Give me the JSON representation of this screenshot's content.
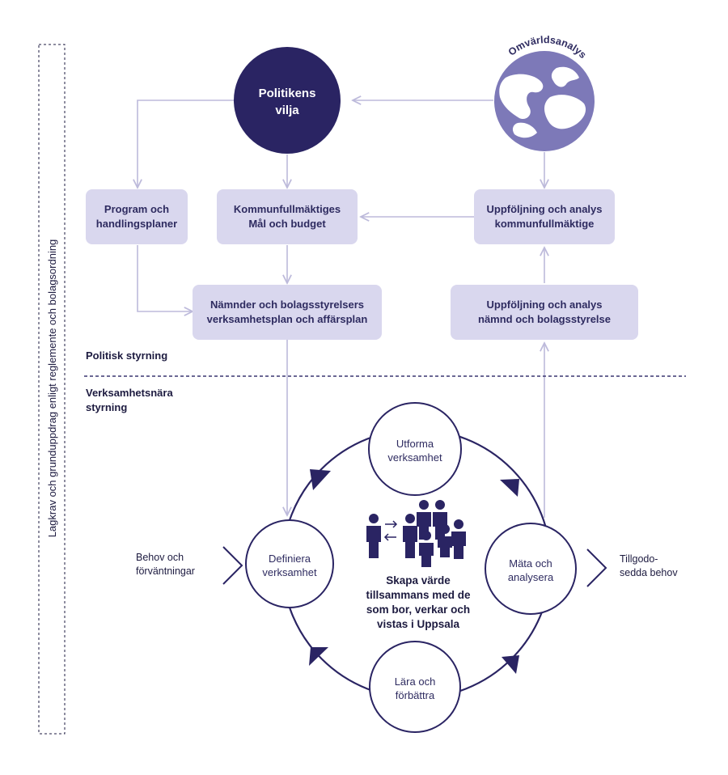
{
  "colors": {
    "dark_navy": "#2a2463",
    "box_fill": "#d9d7ee",
    "globe_fill": "#7d79b8",
    "line": "#bdbadb",
    "dashed": "#3a3670"
  },
  "sidebar": {
    "label": "Lagkrav och grunduppdrag enligt reglemente och bolagsordning"
  },
  "top": {
    "politikens_vilja": [
      "Politikens",
      "vilja"
    ],
    "omvarldsanalys": "Omvärldsanalys"
  },
  "boxes": {
    "program": [
      "Program och",
      "handlingsplaner"
    ],
    "kommunfullmaktiges": [
      "Kommunfullmäktiges",
      "Mål och budget"
    ],
    "uppfoljning_kf": [
      "Uppföljning och analys",
      "kommunfullmäktige"
    ],
    "namnder": [
      "Nämnder och bolagsstyrelsers",
      "verksamhetsplan och affärsplan"
    ],
    "uppfoljning_namnd": [
      "Uppföljning och analys",
      "nämnd och bolagsstyrelse"
    ]
  },
  "sections": {
    "politisk": "Politisk styrning",
    "verksamhetsnara": [
      "Verksamhetsnära",
      "styrning"
    ]
  },
  "cycle": {
    "top": [
      "Utforma",
      "verksamhet"
    ],
    "left": [
      "Definiera",
      "verksamhet"
    ],
    "right": [
      "Mäta och",
      "analysera"
    ],
    "bottom": [
      "Lära och",
      "förbättra"
    ],
    "center": [
      "Skapa värde",
      "tillsammans med de",
      "som bor, verkar och",
      "vistas i Uppsala"
    ]
  },
  "inputs": {
    "left": [
      "Behov och",
      "förväntningar"
    ],
    "right": [
      "Tillgodo-",
      "sedda behov"
    ]
  },
  "icons": {
    "globe": "globe-icon",
    "people": "people-group-icon"
  }
}
